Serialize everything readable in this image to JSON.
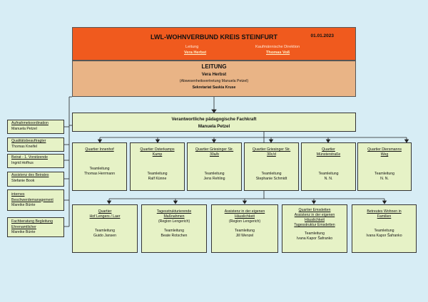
{
  "header": {
    "title": "LWL-WOHNVERBUND KREIS STEINFURT",
    "date": "01.01.2023",
    "leitung_label": "Leitung",
    "leitung_name": "Vera Herbst",
    "kd_label": "Kaufmännische Direktion",
    "kd_name": "Thomas Voß"
  },
  "leitung": {
    "title": "LEITUNG",
    "name": "Vera Herbst",
    "deputy": "(Abwesenheitsvertretung Manuela Petzel)",
    "secretary": "Sekretariat Saskia Kruse"
  },
  "fachkraft": {
    "title": "Verantwortliche pädagogische Fachkraft",
    "name": "Manuela Petzel"
  },
  "staff": [
    {
      "role": "Aufnahmekoordination",
      "name": "Manuela Petzel"
    },
    {
      "role": "Qualitätsbeauftragter",
      "name": "Thomas Kneifel"
    },
    {
      "role": "Beirat - 1. Vorsitzende",
      "name": "Ingrid Hofhus"
    },
    {
      "role": "Assistenz des Beirates",
      "name": "Stefanie Book"
    },
    {
      "role": "internes Beschwerdemanagement",
      "name": "Mareike Bünte"
    },
    {
      "role": "Fachberatung Begleitung Ehrenamtlicher",
      "name": "Mareike Bünte"
    }
  ],
  "quartiere": [
    {
      "name": "Quartier Innenhof",
      "lead": "Teamleitung",
      "person": "Thomas Herrmann"
    },
    {
      "name": "Quartier Osterkamps Kamp",
      "lead": "Teamleitung",
      "person": "Ralf Künne"
    },
    {
      "name": "Quartier Griesinger Str. 30a/b",
      "lead": "Teamleitung",
      "person": "Jens Rehling"
    },
    {
      "name": "Quartier Griesinger Str. 30c/d",
      "lead": "Teamleitung",
      "person": "Stephanie Schmidt"
    },
    {
      "name": "Quartier Münsterstraße",
      "lead": "Teamleitung",
      "person": "N. N."
    },
    {
      "name": "Quartier Diersmanns Weg",
      "lead": "Teamleitung",
      "person": "N. N."
    }
  ],
  "row2": [
    {
      "line1": "Quartier",
      "line2": "Hof Lengers / Laer",
      "line3": "",
      "line4": "",
      "lead": "Teamleitung",
      "person": "Guido Jansen"
    },
    {
      "line1": "Tagesstrukturierende",
      "line2": "Maßnahmen",
      "line3": "(Region Lengerich)",
      "line4": "",
      "lead": "Teamleitung",
      "person": "Beate Rotschen"
    },
    {
      "line1": "Assistenz in der eigenen",
      "line2": "Häuslichkeit",
      "line3": "(Region Lengerich)",
      "line4": "",
      "lead": "Teamleitung",
      "person": "Jill Wenzel"
    },
    {
      "line1": "Quartier Emsdetten",
      "line2": "Assistenz in der eigenen",
      "line3": "Häuslichkeit",
      "line4": "Tagesstruktur Emsdetten",
      "lead": "Teamleitung",
      "person": "Ivana Kapor Šafranko"
    },
    {
      "line1": "Betreutes Wohnen in",
      "line2": "Familien",
      "line3": "",
      "line4": "",
      "lead": "Teamleitung",
      "person": "Ivana Kapor Šafranko"
    }
  ]
}
